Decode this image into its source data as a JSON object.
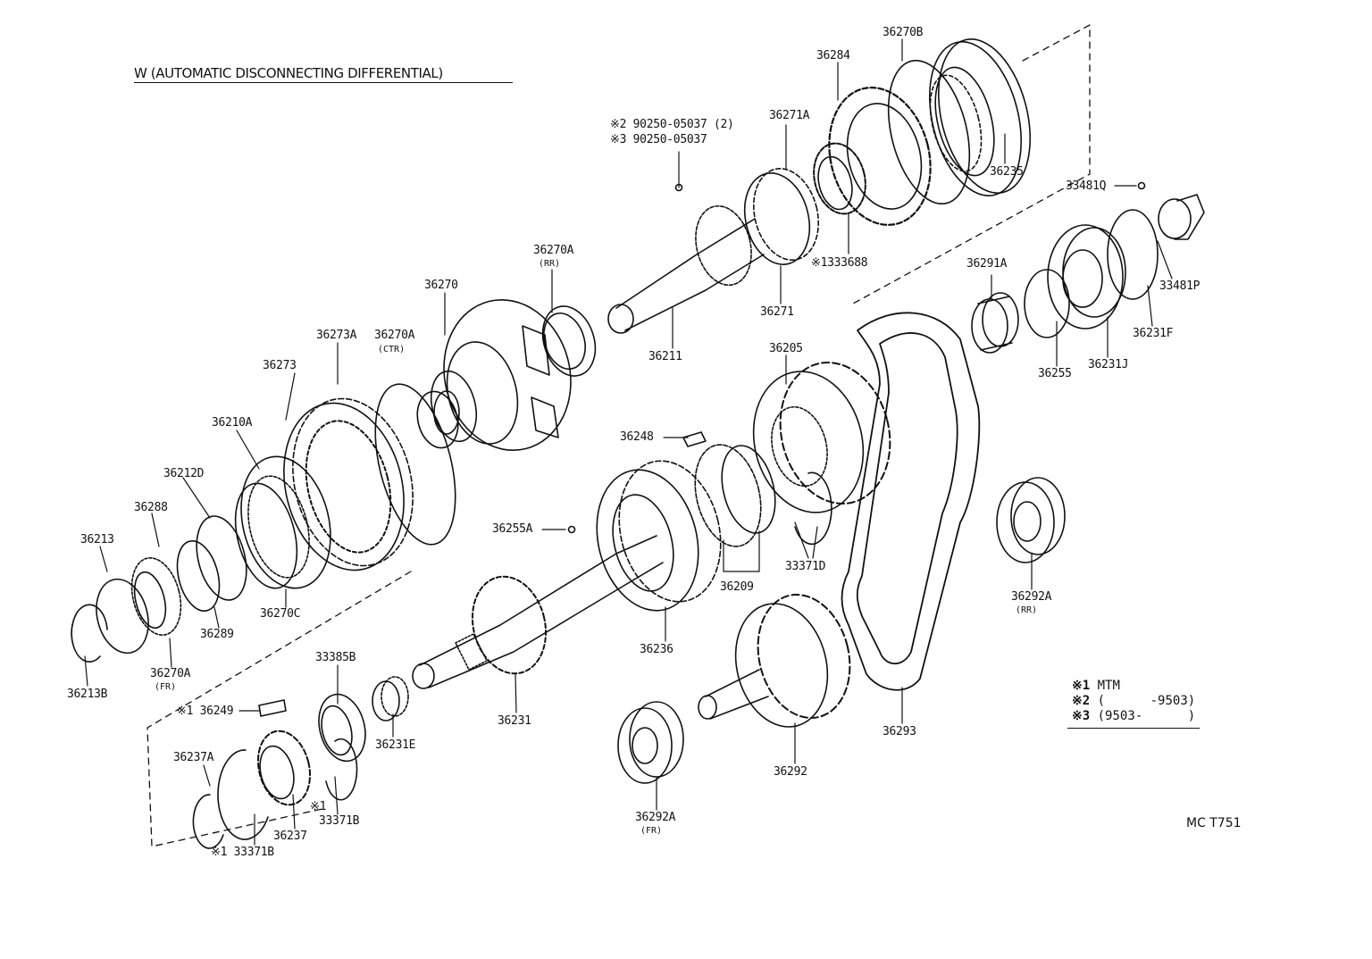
{
  "title": "W (AUTOMATIC DISCONNECTING DIFFERENTIAL)",
  "diagram_code": "MC T751",
  "legend": [
    {
      "mark": "※1",
      "text": "MTM"
    },
    {
      "mark": "※2",
      "text": "(      -9503)"
    },
    {
      "mark": "※3",
      "text": "(9503-      )"
    }
  ],
  "part_labels": [
    {
      "id": "p36270B",
      "text": "36270B"
    },
    {
      "id": "p36284",
      "text": "36284"
    },
    {
      "id": "p36271A",
      "text": "36271A"
    },
    {
      "id": "pnote2",
      "text": "※2 90250-05037 (2)"
    },
    {
      "id": "pnote3",
      "text": "※3 90250-05037"
    },
    {
      "id": "p36235",
      "text": "36235"
    },
    {
      "id": "p33481Q",
      "text": "33481Q"
    },
    {
      "id": "p333688",
      "text": "※1333688"
    },
    {
      "id": "p36271",
      "text": "36271"
    },
    {
      "id": "p36211",
      "text": "36211"
    },
    {
      "id": "p36270Arr",
      "text": "36270A"
    },
    {
      "id": "p36270",
      "text": "36270"
    },
    {
      "id": "p36273A",
      "text": "36273A"
    },
    {
      "id": "p36270Actr",
      "text": "36270A"
    },
    {
      "id": "p36273",
      "text": "36273"
    },
    {
      "id": "p36210A",
      "text": "36210A"
    },
    {
      "id": "p36212D",
      "text": "36212D"
    },
    {
      "id": "p36288",
      "text": "36288"
    },
    {
      "id": "p36213",
      "text": "36213"
    },
    {
      "id": "p36289",
      "text": "36289"
    },
    {
      "id": "p36270C",
      "text": "36270C"
    },
    {
      "id": "p36270Afr",
      "text": "36270A"
    },
    {
      "id": "p36213B",
      "text": "36213B"
    },
    {
      "id": "p36291A",
      "text": "36291A"
    },
    {
      "id": "p33481P",
      "text": "33481P"
    },
    {
      "id": "p36231F",
      "text": "36231F"
    },
    {
      "id": "p36231J",
      "text": "36231J"
    },
    {
      "id": "p36255",
      "text": "36255"
    },
    {
      "id": "p36205",
      "text": "36205"
    },
    {
      "id": "p36248",
      "text": "36248"
    },
    {
      "id": "p36255A",
      "text": "36255A"
    },
    {
      "id": "p33371D",
      "text": "33371D"
    },
    {
      "id": "p36209",
      "text": "36209"
    },
    {
      "id": "p36236",
      "text": "36236"
    },
    {
      "id": "p36292Arr",
      "text": "36292A"
    },
    {
      "id": "p33385B",
      "text": "33385B"
    },
    {
      "id": "p36249",
      "text": "※1 36249"
    },
    {
      "id": "p36231E",
      "text": "36231E"
    },
    {
      "id": "p36231",
      "text": "36231"
    },
    {
      "id": "p36237A",
      "text": "36237A"
    },
    {
      "id": "p33371Bm",
      "text": "※1"
    },
    {
      "id": "p33371Bm2",
      "text": "33371B"
    },
    {
      "id": "p36237",
      "text": "36237"
    },
    {
      "id": "p33371Bb",
      "text": "※1 33371B"
    },
    {
      "id": "p36292Afr",
      "text": "36292A"
    },
    {
      "id": "p36292",
      "text": "36292"
    },
    {
      "id": "p36293",
      "text": "36293"
    }
  ],
  "sub_labels": [
    {
      "id": "sRR1",
      "text": "(RR)"
    },
    {
      "id": "sCTR",
      "text": "(CTR)"
    },
    {
      "id": "sFR1",
      "text": "(FR)"
    },
    {
      "id": "sRR2",
      "text": "(RR)"
    },
    {
      "id": "sFR2",
      "text": "(FR)"
    }
  ]
}
